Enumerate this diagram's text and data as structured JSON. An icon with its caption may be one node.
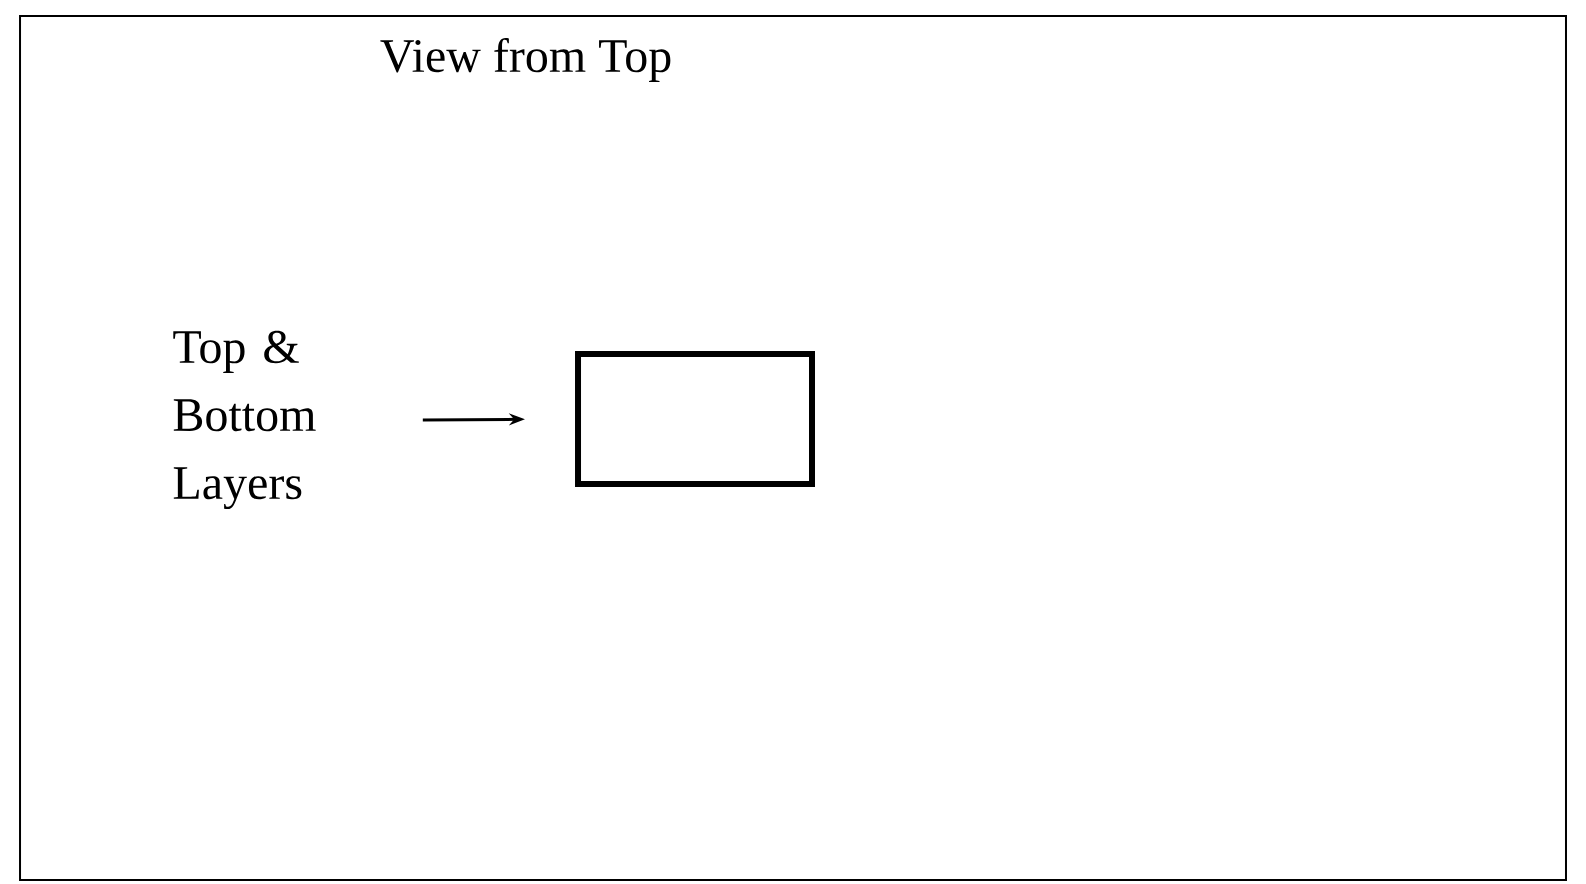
{
  "diagram": {
    "title": "View from Top",
    "nodes": [
      {
        "text": [
          "Top & Bottom Layers"
        ]
      },
      {
        "text": [],
        "shape": "box"
      }
    ],
    "edges": [
      {
        "from": 0,
        "to": 1,
        "arrow": "to"
      }
    ]
  }
}
